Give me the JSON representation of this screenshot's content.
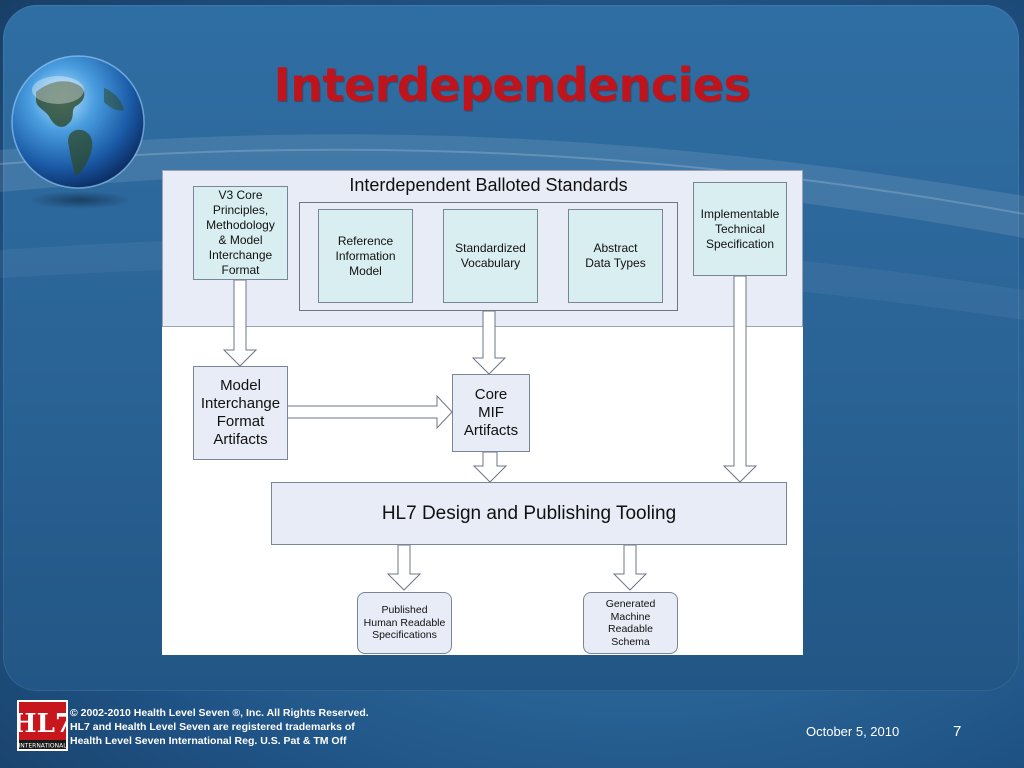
{
  "slide": {
    "title": "Interdependencies"
  },
  "diagram": {
    "group_label": "Interdependent Balloted Standards",
    "boxes": {
      "v3_core": "V3 Core\nPrinciples,\nMethodology\n& Model\nInterchange\nFormat",
      "rim": "Reference\nInformation\nModel",
      "vocabulary": "Standardized\nVocabulary",
      "data_types": "Abstract\nData Types",
      "its": "Implementable\nTechnical\nSpecification",
      "mif_artifacts": "Model\nInterchange\nFormat\nArtifacts",
      "core_mif": "Core\nMIF\nArtifacts",
      "tooling": "HL7 Design and Publishing Tooling",
      "published_specs": "Published\nHuman Readable\nSpecifications",
      "machine_schema": "Generated\nMachine\nReadable\nSchema"
    },
    "colors": {
      "standard_box": "#d8eef0",
      "artifact_box": "#e8ecf6",
      "band": "#e8ecf6",
      "title": "#c0141c"
    }
  },
  "footer": {
    "logo_text": "HL7",
    "logo_subtext": "INTERNATIONAL",
    "copyright": "© 2002-2010 Health Level Seven ®, Inc. All Rights Reserved.\nHL7 and Health Level Seven are registered trademarks of\nHealth Level Seven International Reg. U.S. Pat & TM Off",
    "date": "October 5, 2010",
    "page_number": "7"
  }
}
